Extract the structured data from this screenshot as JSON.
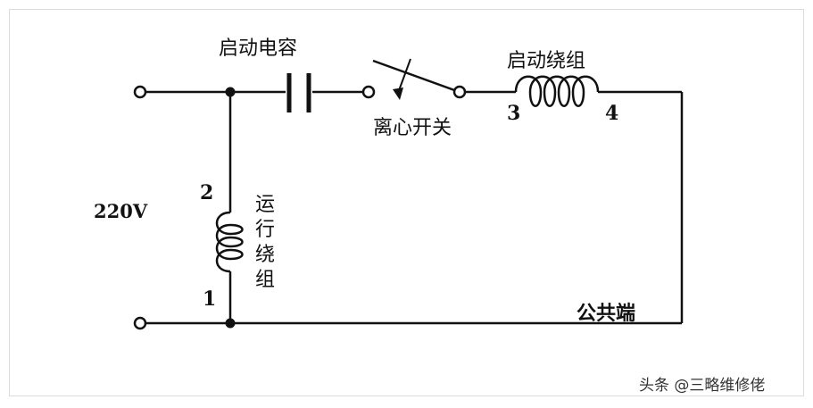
{
  "diagram": {
    "labels": {
      "start_capacitor": "启动电容",
      "centrifugal_switch": "离心开关",
      "start_winding": "启动绕组",
      "run_winding": "运行\n绕组",
      "run_winding_chars": [
        "运",
        "行",
        "绕",
        "组"
      ],
      "common_terminal": "公共端",
      "supply_voltage": "220V"
    },
    "terminals": {
      "t1": "1",
      "t2": "2",
      "t3": "3",
      "t4": "4"
    },
    "colors": {
      "line": "#111111",
      "frame": "#dcdcdc",
      "background": "#ffffff"
    }
  },
  "watermark": "头条 @三略维修佬"
}
